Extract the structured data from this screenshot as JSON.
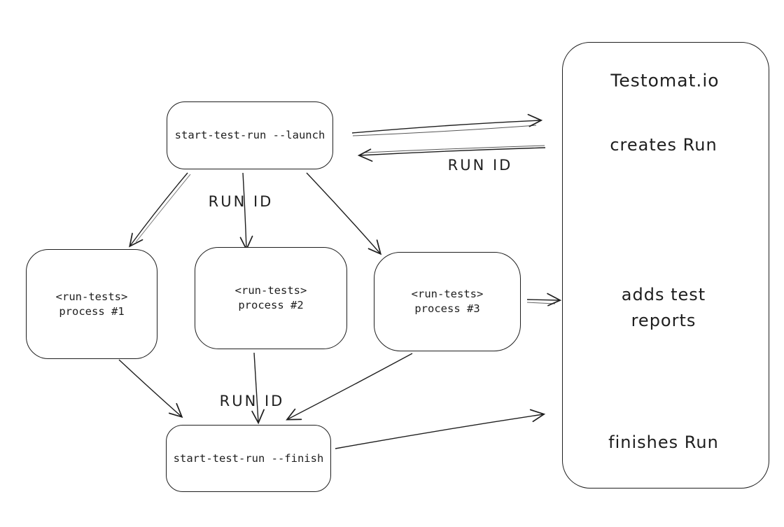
{
  "diagram": {
    "colors": {
      "stroke": "#1e1e1e",
      "background": "#ffffff"
    },
    "nodes": {
      "launch": {
        "label": "start-test-run --launch"
      },
      "process1": {
        "line1": "<run-tests>",
        "line2": "process #1"
      },
      "process2": {
        "line1": "<run-tests>",
        "line2": "process #2"
      },
      "process3": {
        "line1": "<run-tests>",
        "line2": "process #3"
      },
      "finish": {
        "label": "start-test-run --finish"
      },
      "testomat": {
        "title": "Testomat.io",
        "creates_run": "creates Run",
        "adds_test_line1": "adds test",
        "adds_test_line2": "reports",
        "finishes_run": "finishes Run"
      }
    },
    "edge_labels": {
      "run_id_response": "RUN ID",
      "run_id_to_processes": "RUN ID",
      "run_id_to_finish": "RUN ID"
    }
  }
}
